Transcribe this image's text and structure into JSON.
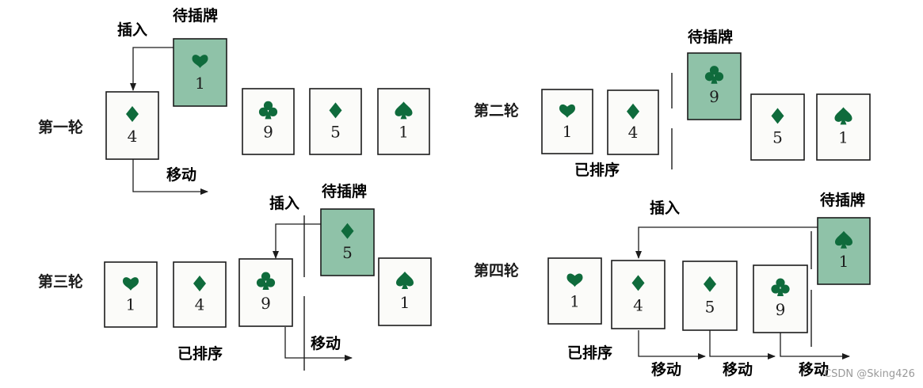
{
  "colors": {
    "card_fill": "#fbfbf9",
    "highlight_fill": "#8fc2a8",
    "ink": "#1c1c1c",
    "suit": "#0f6b3c"
  },
  "rounds": [
    {
      "label": "第一轮",
      "cards": [
        {
          "suit": "diamond",
          "rank": "4"
        },
        {
          "suit": "club",
          "rank": "9"
        },
        {
          "suit": "diamond",
          "rank": "5"
        },
        {
          "suit": "spade",
          "rank": "1"
        }
      ],
      "pending": {
        "suit": "heart",
        "rank": "1",
        "label": "待插牌"
      },
      "insert_label": "插入",
      "move_labels": [
        "移动"
      ],
      "sorted_label": ""
    },
    {
      "label": "第二轮",
      "cards": [
        {
          "suit": "heart",
          "rank": "1"
        },
        {
          "suit": "diamond",
          "rank": "4"
        },
        {
          "suit": "diamond",
          "rank": "5"
        },
        {
          "suit": "spade",
          "rank": "1"
        }
      ],
      "pending": {
        "suit": "club",
        "rank": "9",
        "label": "待插牌"
      },
      "insert_label": "",
      "move_labels": [],
      "sorted_label": "已排序"
    },
    {
      "label": "第三轮",
      "cards": [
        {
          "suit": "heart",
          "rank": "1"
        },
        {
          "suit": "diamond",
          "rank": "4"
        },
        {
          "suit": "club",
          "rank": "9"
        },
        {
          "suit": "spade",
          "rank": "1"
        }
      ],
      "pending": {
        "suit": "diamond",
        "rank": "5",
        "label": "待插牌"
      },
      "insert_label": "插入",
      "move_labels": [
        "移动"
      ],
      "sorted_label": "已排序"
    },
    {
      "label": "第四轮",
      "cards": [
        {
          "suit": "heart",
          "rank": "1"
        },
        {
          "suit": "diamond",
          "rank": "4"
        },
        {
          "suit": "diamond",
          "rank": "5"
        },
        {
          "suit": "club",
          "rank": "9"
        }
      ],
      "pending": {
        "suit": "spade",
        "rank": "1",
        "label": "待插牌"
      },
      "insert_label": "插入",
      "move_labels": [
        "移动",
        "移动",
        "移动"
      ],
      "sorted_label": "已排序"
    }
  ],
  "watermark": "CSDN @Sking426"
}
